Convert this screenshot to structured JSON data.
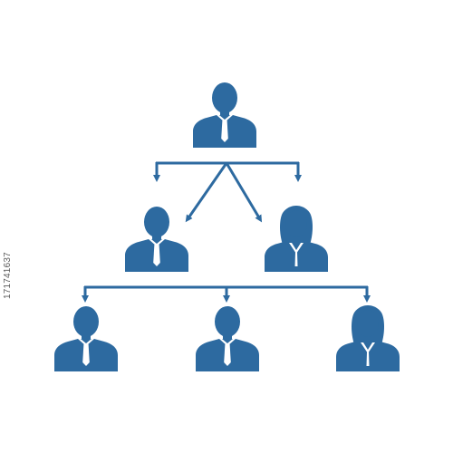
{
  "colors": {
    "figure": "#2d6aa0",
    "tie": "#ffffff",
    "background": "#ffffff"
  },
  "stock_id": "171741637",
  "people": [
    {
      "role": "top",
      "gender": "male"
    },
    {
      "role": "second-left",
      "gender": "male"
    },
    {
      "role": "second-right",
      "gender": "female"
    },
    {
      "role": "bottom-left",
      "gender": "male"
    },
    {
      "role": "bottom-middle",
      "gender": "male"
    },
    {
      "role": "bottom-right",
      "gender": "female"
    }
  ]
}
